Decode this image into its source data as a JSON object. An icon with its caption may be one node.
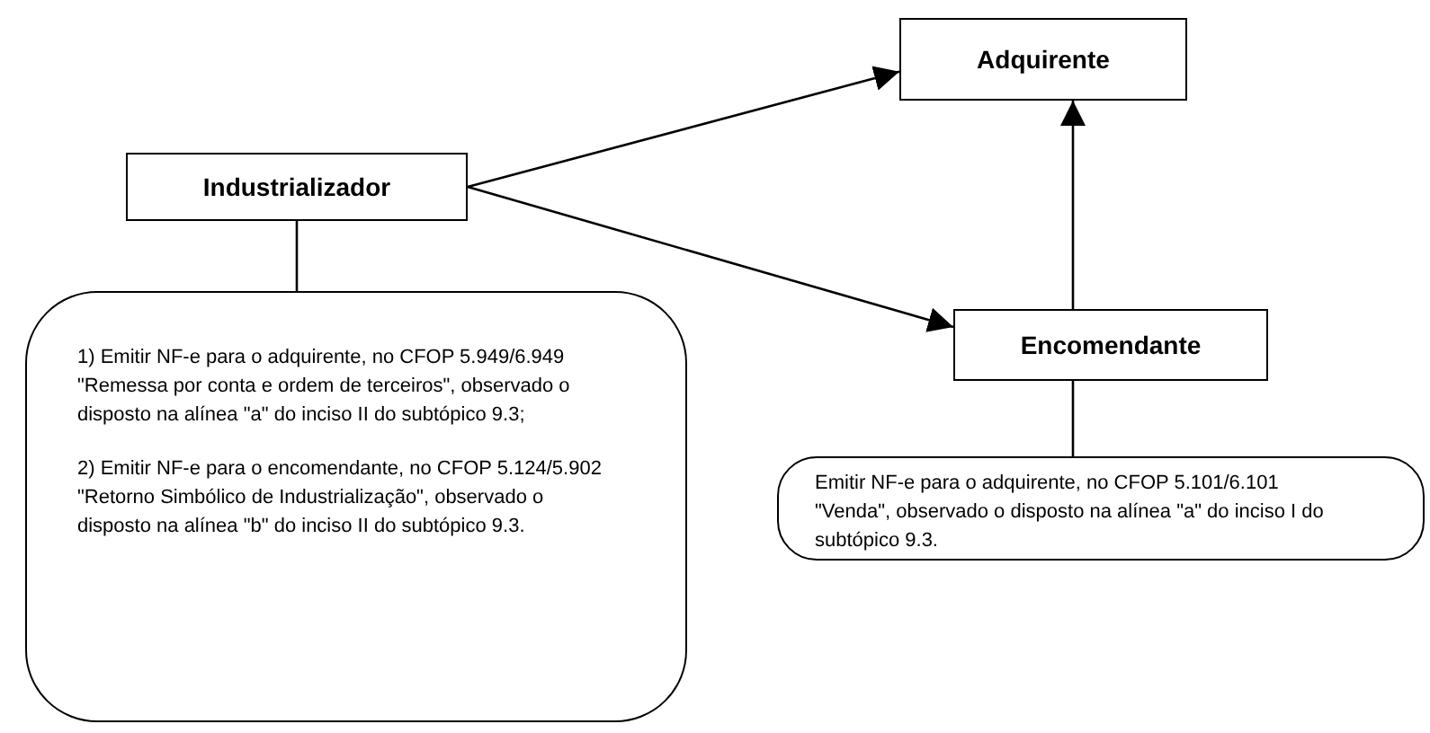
{
  "diagram": {
    "nodes": [
      {
        "text": [
          "Adquirente"
        ]
      },
      {
        "text": [
          "Industrializador"
        ]
      },
      {
        "text": [
          "1) Emitir NF-e para o adquirente, no CFOP 5.949/6.949 \"Remessa por conta e ordem de terceiros\", observado o disposto na alínea \"a\" do inciso II do subtópico 9.3;",
          "2) Emitir NF-e para o encomendante, no CFOP 5.124/5.902 \"Retorno Simbólico de Industrialização\", observado o disposto na alínea \"b\" do inciso II do subtópico 9.3."
        ]
      },
      {
        "text": [
          "Encomendante"
        ]
      },
      {
        "text": [
          "Emitir NF-e para o adquirente, no CFOP 5.101/6.101 \"Venda\", observado o disposto na alínea \"a\" do inciso I do subtópico 9.3."
        ]
      }
    ],
    "edges": [
      {
        "from": 1,
        "to": 0,
        "arrow": "to"
      },
      {
        "from": 1,
        "to": 3,
        "arrow": "to"
      },
      {
        "from": 3,
        "to": 0,
        "arrow": "to"
      },
      {
        "from": 1,
        "to": 2,
        "arrow": "none"
      },
      {
        "from": 3,
        "to": 4,
        "arrow": "none"
      }
    ]
  }
}
